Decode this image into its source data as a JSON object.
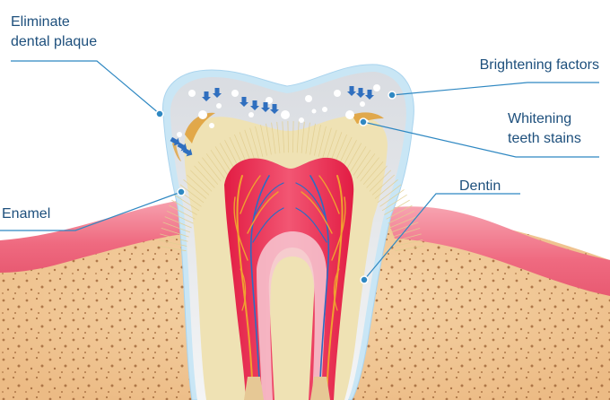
{
  "labels": {
    "plaque": [
      "Eliminate",
      "dental plaque"
    ],
    "brightening": "Brightening factors",
    "whitening": [
      "Whitening",
      "teeth stains"
    ],
    "dentin": "Dentin",
    "enamel": "Enamel"
  },
  "colors": {
    "label_text": "#1d4f7c",
    "leader_line": "#2f88c2",
    "enamel_halo": "#c9e6f5",
    "crown_white": "#eef0f2",
    "dentin": "#efe2b4",
    "pulp": "#e8254a",
    "gum": "#f06a80",
    "bone": "#f1c896",
    "arrow": "#2f6fbf"
  }
}
